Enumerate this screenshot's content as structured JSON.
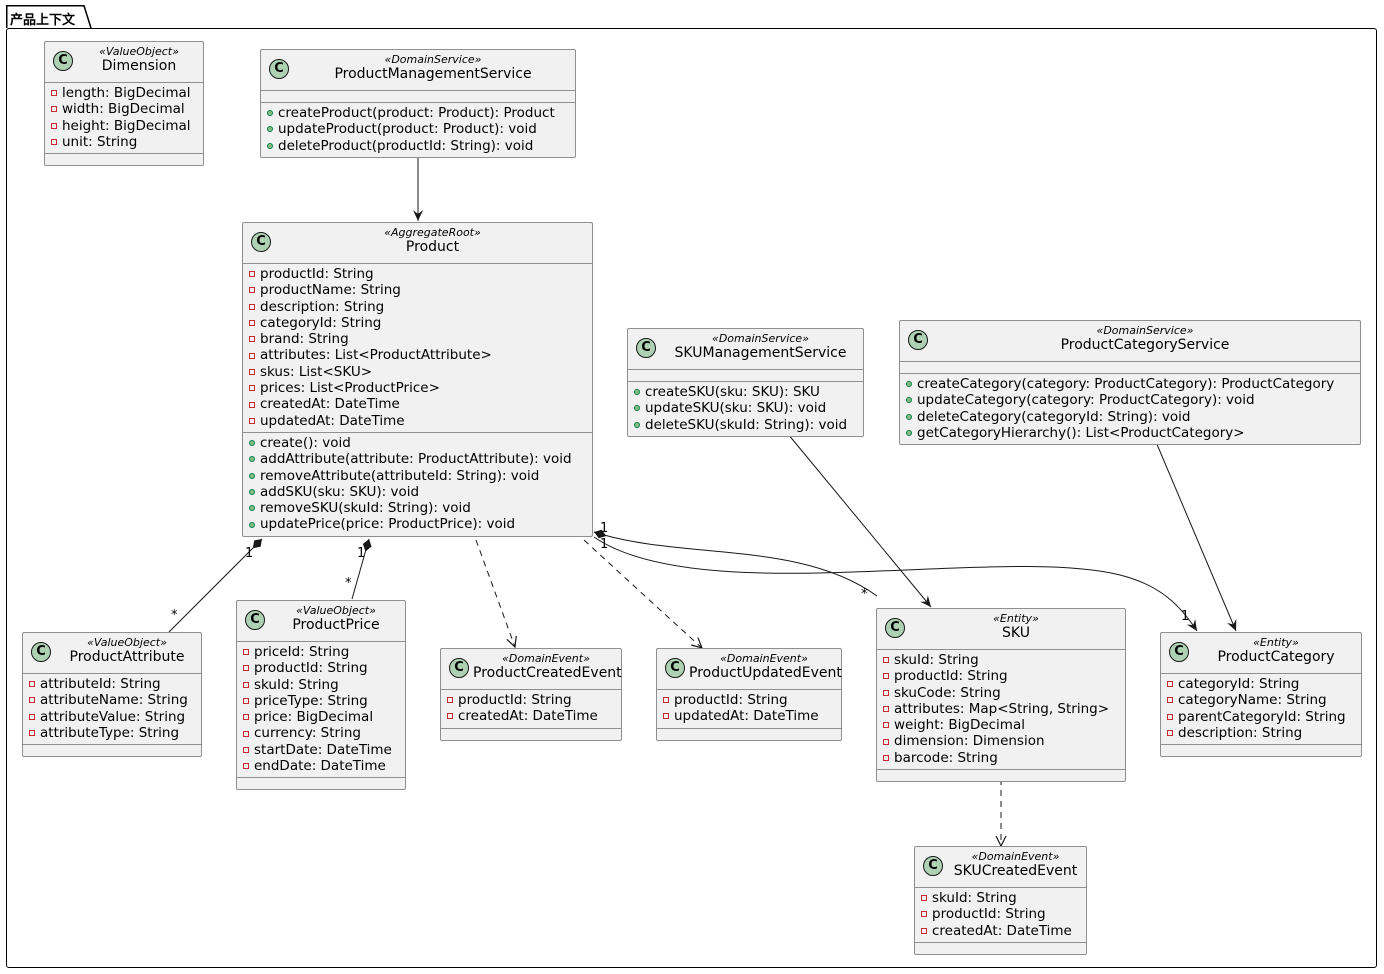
{
  "package": {
    "name": "产品上下文"
  },
  "classes": {
    "dimension": {
      "stereotype": "«ValueObject»",
      "name": "Dimension",
      "attributes": [
        "length: BigDecimal",
        "width: BigDecimal",
        "height: BigDecimal",
        "unit: String"
      ],
      "methods": []
    },
    "pms": {
      "stereotype": "«DomainService»",
      "name": "ProductManagementService",
      "attributes": [],
      "methods": [
        "createProduct(product: Product): Product",
        "updateProduct(product: Product): void",
        "deleteProduct(productId: String): void"
      ]
    },
    "product": {
      "stereotype": "«AggregateRoot»",
      "name": "Product",
      "attributes": [
        "productId: String",
        "productName: String",
        "description: String",
        "categoryId: String",
        "brand: String",
        "attributes: List<ProductAttribute>",
        "skus: List<SKU>",
        "prices: List<ProductPrice>",
        "createdAt: DateTime",
        "updatedAt: DateTime"
      ],
      "methods": [
        "create(): void",
        "addAttribute(attribute: ProductAttribute): void",
        "removeAttribute(attributeId: String): void",
        "addSKU(sku: SKU): void",
        "removeSKU(skuId: String): void",
        "updatePrice(price: ProductPrice): void"
      ]
    },
    "skums": {
      "stereotype": "«DomainService»",
      "name": "SKUManagementService",
      "attributes": [],
      "methods": [
        "createSKU(sku: SKU): SKU",
        "updateSKU(sku: SKU): void",
        "deleteSKU(skuId: String): void"
      ]
    },
    "pcs": {
      "stereotype": "«DomainService»",
      "name": "ProductCategoryService",
      "attributes": [],
      "methods": [
        "createCategory(category: ProductCategory): ProductCategory",
        "updateCategory(category: ProductCategory): void",
        "deleteCategory(categoryId: String): void",
        "getCategoryHierarchy(): List<ProductCategory>"
      ]
    },
    "pattr": {
      "stereotype": "«ValueObject»",
      "name": "ProductAttribute",
      "attributes": [
        "attributeId: String",
        "attributeName: String",
        "attributeValue: String",
        "attributeType: String"
      ],
      "methods": []
    },
    "pprice": {
      "stereotype": "«ValueObject»",
      "name": "ProductPrice",
      "attributes": [
        "priceId: String",
        "productId: String",
        "skuId: String",
        "priceType: String",
        "price: BigDecimal",
        "currency: String",
        "startDate: DateTime",
        "endDate: DateTime"
      ],
      "methods": []
    },
    "pce": {
      "stereotype": "«DomainEvent»",
      "name": "ProductCreatedEvent",
      "attributes": [
        "productId: String",
        "createdAt: DateTime"
      ],
      "methods": []
    },
    "pue": {
      "stereotype": "«DomainEvent»",
      "name": "ProductUpdatedEvent",
      "attributes": [
        "productId: String",
        "updatedAt: DateTime"
      ],
      "methods": []
    },
    "sku": {
      "stereotype": "«Entity»",
      "name": "SKU",
      "attributes": [
        "skuId: String",
        "productId: String",
        "skuCode: String",
        "attributes: Map<String, String>",
        "weight: BigDecimal",
        "dimension: Dimension",
        "barcode: String"
      ],
      "methods": []
    },
    "pcat": {
      "stereotype": "«Entity»",
      "name": "ProductCategory",
      "attributes": [
        "categoryId: String",
        "categoryName: String",
        "parentCategoryId: String",
        "description: String"
      ],
      "methods": []
    },
    "skuce": {
      "stereotype": "«DomainEvent»",
      "name": "SKUCreatedEvent",
      "attributes": [
        "skuId: String",
        "productId: String",
        "createdAt: DateTime"
      ],
      "methods": []
    }
  },
  "relations": [
    {
      "id": "pms-product",
      "from": "pms",
      "to": "product",
      "kind": "association"
    },
    {
      "id": "product-pattr",
      "from": "product",
      "to": "pattr",
      "kind": "composition",
      "src_mult": "1",
      "dst_mult": "*"
    },
    {
      "id": "product-pprice",
      "from": "product",
      "to": "pprice",
      "kind": "composition",
      "src_mult": "1",
      "dst_mult": "*"
    },
    {
      "id": "product-pce",
      "from": "product",
      "to": "pce",
      "kind": "dependency"
    },
    {
      "id": "product-pue",
      "from": "product",
      "to": "pue",
      "kind": "dependency"
    },
    {
      "id": "product-sku",
      "from": "product",
      "to": "sku",
      "kind": "composition",
      "src_mult": "1",
      "dst_mult": "*"
    },
    {
      "id": "product-pcat",
      "from": "product",
      "to": "pcat",
      "kind": "association",
      "src_mult": "1",
      "dst_mult": "1"
    },
    {
      "id": "skums-sku",
      "from": "skums",
      "to": "sku",
      "kind": "association"
    },
    {
      "id": "pcs-pcat",
      "from": "pcs",
      "to": "pcat",
      "kind": "association"
    },
    {
      "id": "sku-skuce",
      "from": "sku",
      "to": "skuce",
      "kind": "dependency"
    }
  ],
  "colors": {
    "class_fill": "#f1f1f1",
    "class_border": "#8f8f8f",
    "class_icon": "#add1b2",
    "private_marker": "#c82930",
    "public_marker": "#84be84"
  }
}
